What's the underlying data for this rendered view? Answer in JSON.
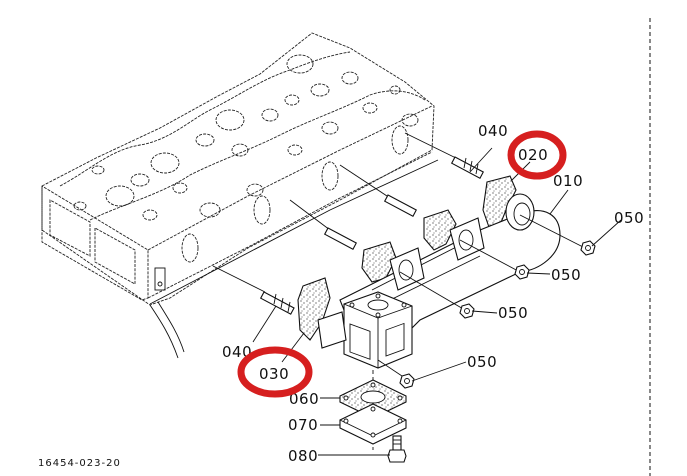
{
  "diagram": {
    "title": "Exhaust manifold exploded parts view",
    "drawing_code": "16454-023-20",
    "highlight_color": "#d61f1f",
    "callouts": [
      {
        "id": "010",
        "label": "010",
        "highlighted": false
      },
      {
        "id": "020",
        "label": "020",
        "highlighted": true
      },
      {
        "id": "030",
        "label": "030",
        "highlighted": true
      },
      {
        "id": "040a",
        "label": "040",
        "highlighted": false
      },
      {
        "id": "040b",
        "label": "040",
        "highlighted": false
      },
      {
        "id": "050a",
        "label": "050",
        "highlighted": false
      },
      {
        "id": "050b",
        "label": "050",
        "highlighted": false
      },
      {
        "id": "050c",
        "label": "050",
        "highlighted": false
      },
      {
        "id": "050d",
        "label": "050",
        "highlighted": false
      },
      {
        "id": "060",
        "label": "060",
        "highlighted": false
      },
      {
        "id": "070",
        "label": "070",
        "highlighted": false
      },
      {
        "id": "080",
        "label": "080",
        "highlighted": false
      }
    ]
  }
}
